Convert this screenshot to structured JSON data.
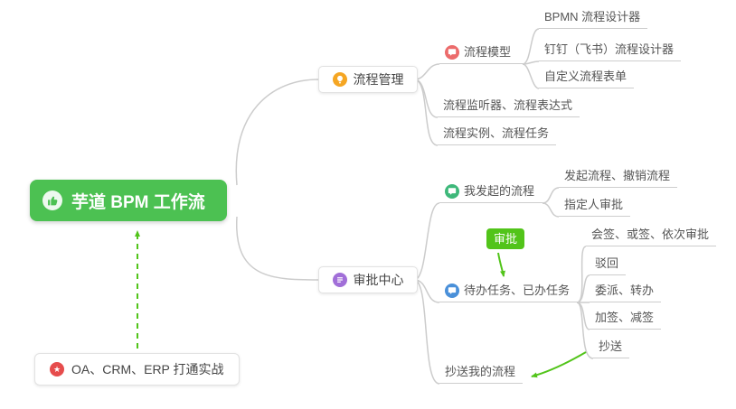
{
  "root": {
    "label": "芋道 BPM 工作流"
  },
  "process": {
    "label": "流程管理",
    "model": {
      "label": "流程模型",
      "items": [
        "BPMN 流程设计器",
        "钉钉（飞书）流程设计器",
        "自定义流程表单"
      ]
    },
    "listener": "流程监听器、流程表达式",
    "instance": "流程实例、流程任务"
  },
  "approval": {
    "label": "审批中心",
    "badge": "审批",
    "initiated": {
      "label": "我发起的流程",
      "items": [
        "发起流程、撤销流程",
        "指定人审批"
      ]
    },
    "tasks": {
      "label": "待办任务、已办任务",
      "items": [
        "会签、或签、依次审批",
        "驳回",
        "委派、转办",
        "加签、减签",
        "抄送"
      ]
    },
    "cc": {
      "label": "抄送我的流程"
    }
  },
  "practice": {
    "label": "OA、CRM、ERP 打通实战"
  },
  "colors": {
    "root_bg": "#4cc152",
    "accent_green": "#52c41a",
    "connector_gray": "#cccccc",
    "icon_orange": "#f5a623",
    "icon_red": "#ec6b6b",
    "icon_purple": "#a16fd8",
    "icon_green": "#3eb87a",
    "icon_blue": "#4a90d9",
    "icon_star_red": "#e64c4c"
  }
}
